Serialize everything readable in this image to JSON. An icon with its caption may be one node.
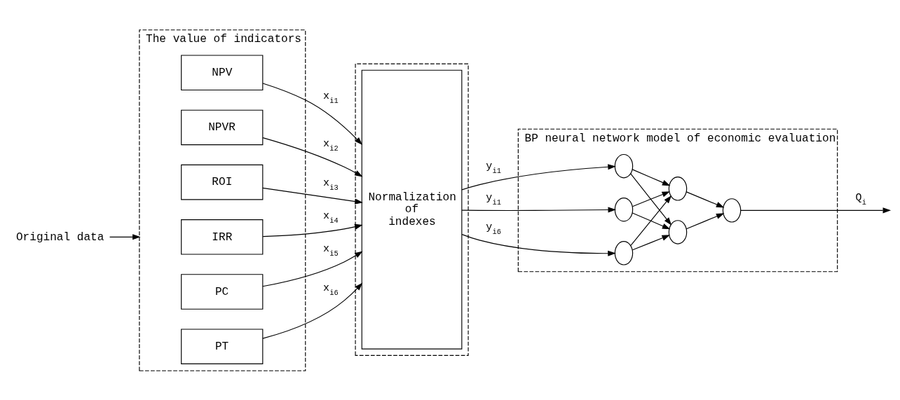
{
  "diagram": {
    "nodes": [
      {
        "text": [
          "The value of indicators"
        ]
      },
      {
        "text": [
          "NPV"
        ],
        "in": 0
      },
      {
        "text": [
          "NPVR"
        ],
        "in": 0
      },
      {
        "text": [
          "ROI"
        ],
        "in": 0
      },
      {
        "text": [
          "IRR"
        ],
        "in": 0
      },
      {
        "text": [
          "PC"
        ],
        "in": 0
      },
      {
        "text": [
          "PT"
        ],
        "in": 0
      },
      {
        "text": [],
        "shape": "box"
      },
      {
        "text": [
          "Normalization of indexes"
        ],
        "in": 7
      },
      {
        "text": [
          "BP neural network model of economic evaluation"
        ]
      },
      {
        "text": [],
        "shape": "circle",
        "in": 9
      },
      {
        "text": [],
        "shape": "circle",
        "in": 9
      },
      {
        "text": [],
        "shape": "circle",
        "in": 9
      },
      {
        "text": [],
        "shape": "circle",
        "in": 9
      },
      {
        "text": [],
        "shape": "circle",
        "in": 9
      },
      {
        "text": [],
        "shape": "circle",
        "in": 9
      },
      {
        "text": [
          "Original data"
        ]
      }
    ],
    "edges": [
      {
        "from": 16,
        "to": 0,
        "arrow": "to"
      },
      {
        "from": 1,
        "to": 8,
        "arrow": "to",
        "label": "x$_{i1}$"
      },
      {
        "from": 2,
        "to": 8,
        "arrow": "to",
        "label": "x$_{i2}$"
      },
      {
        "from": 3,
        "to": 8,
        "arrow": "to",
        "label": "x$_{i3}$"
      },
      {
        "from": 4,
        "to": 8,
        "arrow": "to",
        "label": "x$_{i4}$"
      },
      {
        "from": 5,
        "to": 8,
        "arrow": "to",
        "label": "x$_{i5}$"
      },
      {
        "from": 6,
        "to": 8,
        "arrow": "to",
        "label": "x$_{i6}$"
      },
      {
        "from": 8,
        "to": 10,
        "arrow": "to",
        "label": "y$_{i1}$"
      },
      {
        "from": 8,
        "to": 11,
        "arrow": "to",
        "label": "y$_{i1}$"
      },
      {
        "from": 8,
        "to": 12,
        "arrow": "to",
        "label": "y$_{i6}$"
      },
      {
        "from": 10,
        "to": 13,
        "arrow": "to"
      },
      {
        "from": 10,
        "to": 14,
        "arrow": "to"
      },
      {
        "from": 11,
        "to": 13,
        "arrow": "to"
      },
      {
        "from": 11,
        "to": 14,
        "arrow": "to"
      },
      {
        "from": 12,
        "to": 13,
        "arrow": "to"
      },
      {
        "from": 12,
        "to": 14,
        "arrow": "to"
      },
      {
        "from": 13,
        "to": 15,
        "arrow": "to"
      },
      {
        "from": 14,
        "to": 15,
        "arrow": "to"
      },
      {
        "from": 15,
        "to": null,
        "arrow": "to",
        "label": "Q$_{i}$"
      }
    ]
  }
}
